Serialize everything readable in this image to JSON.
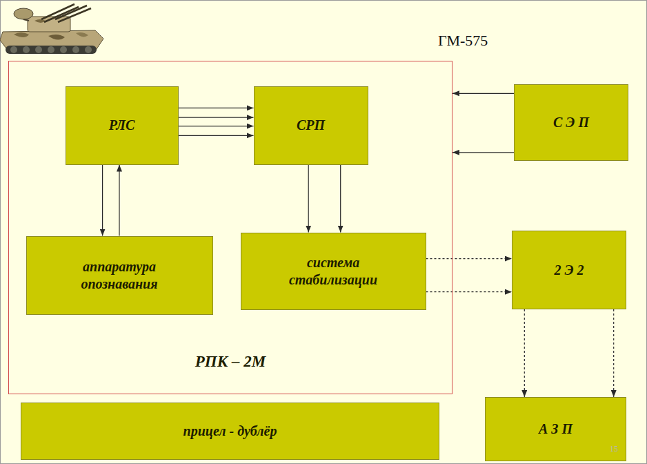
{
  "diagram": {
    "nodes": [
      {
        "text": [
          "РПК – 2М"
        ]
      },
      {
        "text": [
          "РЛС"
        ],
        "in": 0
      },
      {
        "text": [
          "СРП"
        ],
        "in": 0
      },
      {
        "text": [
          "аппаратура опознавания"
        ],
        "in": 0
      },
      {
        "text": [
          "система стабилизации"
        ],
        "in": 0
      },
      {
        "text": [
          "С Э П"
        ]
      },
      {
        "text": [
          "2 Э 2"
        ]
      },
      {
        "text": [
          "прицел - дублёр"
        ]
      },
      {
        "text": [
          "А З П"
        ]
      }
    ],
    "edges": [
      {
        "from": 1,
        "to": 2,
        "arrow": "to"
      },
      {
        "from": 1,
        "to": 2,
        "arrow": "to"
      },
      {
        "from": 1,
        "to": 2,
        "arrow": "to"
      },
      {
        "from": 1,
        "to": 2,
        "arrow": "to"
      },
      {
        "from": 1,
        "to": 3,
        "arrow": "to"
      },
      {
        "from": 3,
        "to": 1,
        "arrow": "to"
      },
      {
        "from": 2,
        "to": 4,
        "arrow": "to"
      },
      {
        "from": 2,
        "to": 4,
        "arrow": "to"
      },
      {
        "from": 5,
        "to": 0,
        "arrow": "to"
      },
      {
        "from": 5,
        "to": 0,
        "arrow": "to"
      },
      {
        "from": 4,
        "to": 6,
        "arrow": "to"
      },
      {
        "from": 4,
        "to": 6,
        "arrow": "to"
      },
      {
        "from": 6,
        "to": 8,
        "arrow": "to"
      },
      {
        "from": 6,
        "to": 8,
        "arrow": "to"
      }
    ],
    "labels": [
      "ГМ-575",
      "15"
    ]
  }
}
